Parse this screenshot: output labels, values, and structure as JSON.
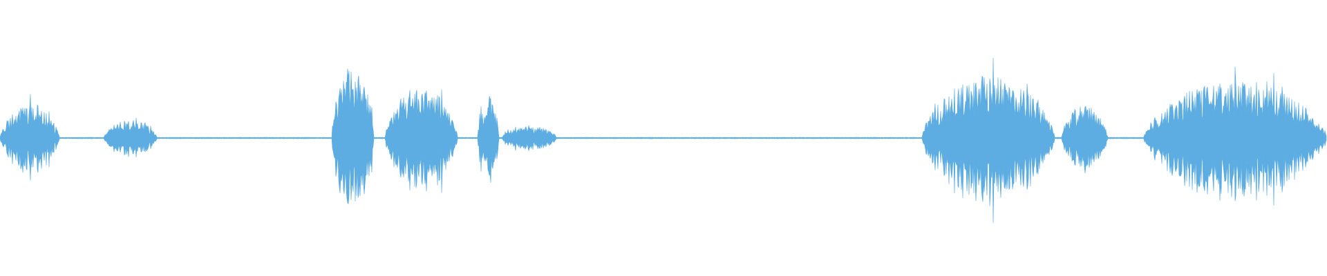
{
  "waveform": {
    "color": "#5dade2",
    "background": "#ffffff",
    "segments": [
      {
        "start": 0.0,
        "end": 0.045,
        "peak": 0.32
      },
      {
        "start": 0.078,
        "end": 0.118,
        "peak": 0.18
      },
      {
        "start": 0.25,
        "end": 0.282,
        "peak": 0.71
      },
      {
        "start": 0.29,
        "end": 0.345,
        "peak": 0.5
      },
      {
        "start": 0.36,
        "end": 0.376,
        "peak": 0.41
      },
      {
        "start": 0.378,
        "end": 0.42,
        "peak": 0.12
      },
      {
        "start": 0.695,
        "end": 0.795,
        "peak": 0.6
      },
      {
        "start": 0.8,
        "end": 0.835,
        "peak": 0.33
      },
      {
        "start": 0.862,
        "end": 1.0,
        "peak": 0.55
      }
    ]
  }
}
